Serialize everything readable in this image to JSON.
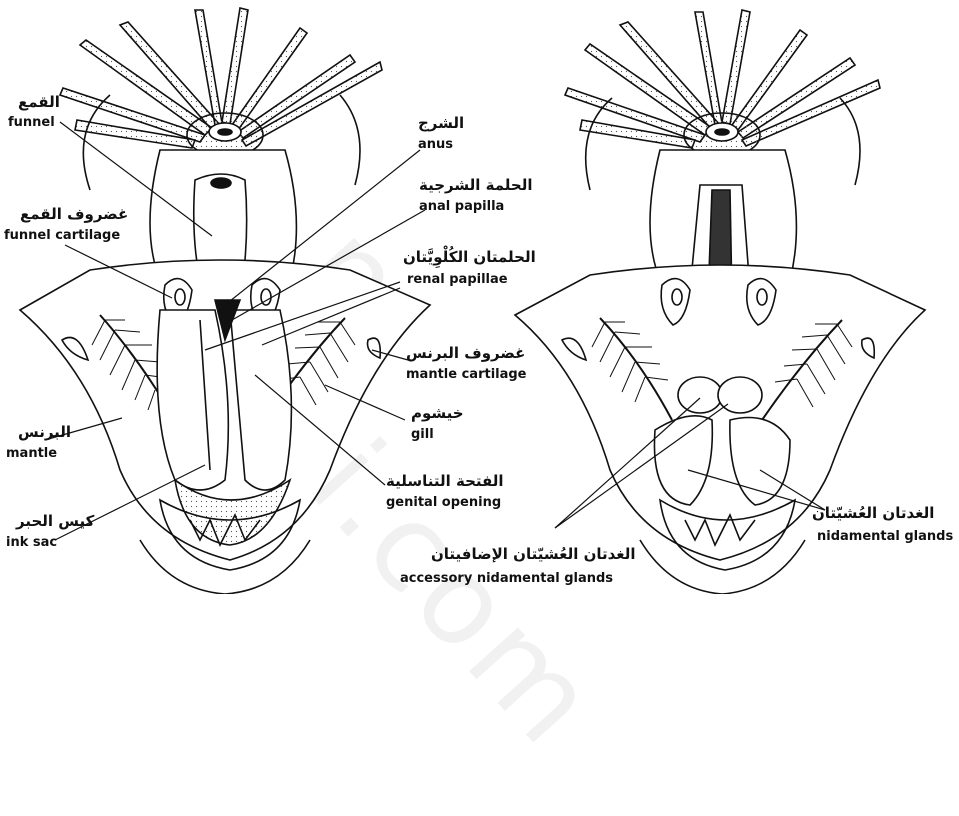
{
  "watermark": "n uni.com",
  "labels": {
    "funnel_ar": "القمع",
    "funnel_en": "funnel",
    "funnel_cartilage_ar": "غضروف القمع",
    "funnel_cartilage_en": "funnel cartilage",
    "anus_ar": "الشرج",
    "anus_en": "anus",
    "anal_papilla_ar": "الحلمة الشرجية",
    "anal_papilla_en": "anal papilla",
    "renal_papillae_ar": "الحلمتان الكُلْوِيَّتان",
    "renal_papillae_en": "renal papillae",
    "mantle_cartilage_ar": "غضروف البرنس",
    "mantle_cartilage_en": "mantle cartilage",
    "gill_ar": "خيشوم",
    "gill_en": "gill",
    "mantle_ar": "البرنس",
    "mantle_en": "mantle",
    "genital_opening_ar": "الفتحة التناسلية",
    "genital_opening_en": "genital opening",
    "ink_sac_ar": "كيس الحبر",
    "ink_sac_en": "ink sac",
    "accessory_ar": "الغدتان العُشيّتان الإضافيتان",
    "accessory_en": "accessory nidamental glands",
    "nidamental_ar": "الغدتان العُشيّتان",
    "nidamental_en": "nidamental glands"
  }
}
